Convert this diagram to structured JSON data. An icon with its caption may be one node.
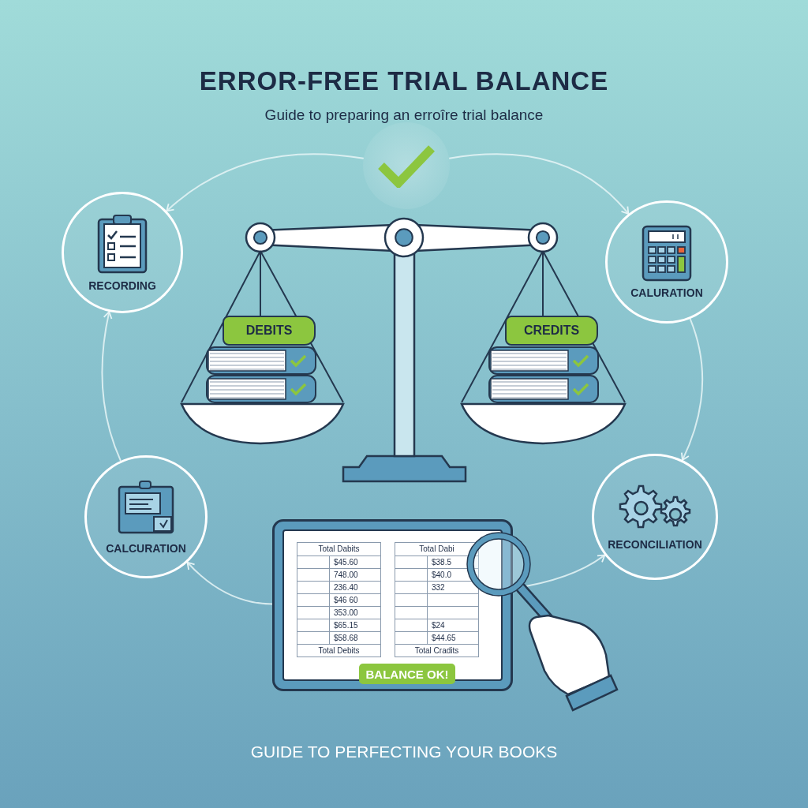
{
  "diagram": {
    "title": "ERROR-FREE TRIAL BALANCE",
    "caption": "GUIDE TO PERFECTING YOUR BOOKS",
    "nodes": [
      {
        "text": [],
        "shape": "circle"
      },
      {
        "text": [
          "RECORDING"
        ]
      },
      {
        "text": [
          "CALURATION"
        ]
      },
      {
        "text": [
          "RECONCILIATION"
        ]
      },
      {
        "text": [
          "CALCURATION"
        ]
      },
      {
        "text": [
          "DEBITS"
        ]
      },
      {
        "text": [
          "CREDITS"
        ]
      },
      {
        "text": [],
        "shape": "box"
      },
      {
        "text": [
          "BALANCE OK!"
        ],
        "in": 7
      }
    ],
    "edges": [
      {
        "from": 0,
        "to": 1,
        "arrow": "to"
      },
      {
        "from": 0,
        "to": 2,
        "arrow": "to"
      },
      {
        "from": 2,
        "to": 3,
        "arrow": "to"
      },
      {
        "from": 7,
        "to": 3,
        "arrow": "to"
      },
      {
        "from": 7,
        "to": 4,
        "arrow": "to"
      },
      {
        "from": 4,
        "to": 1,
        "arrow": "to"
      }
    ],
    "labels": [
      "Guide to preparing an erroîre trial balance",
      "Total Dabits",
      "$45.60",
      "748.00",
      "236.40",
      "$46 60",
      "353.00",
      "$65.15",
      "$58.68",
      "Total Debits",
      "Total Dabi",
      "$38.5",
      "$40.0",
      "332",
      "$24",
      "$44.65",
      "Total Cradits"
    ]
  }
}
